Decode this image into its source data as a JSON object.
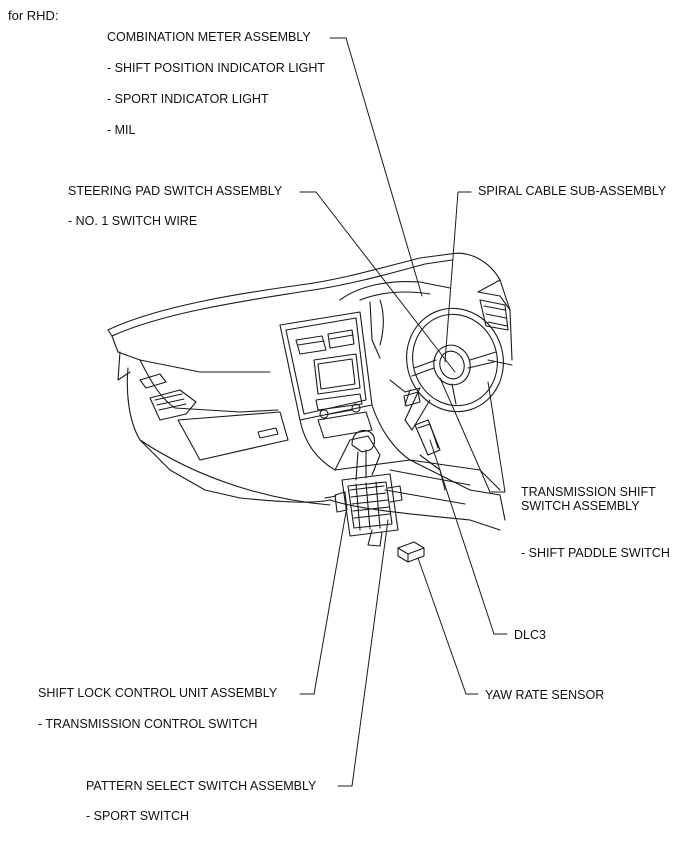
{
  "header": "for RHD:",
  "labels": {
    "combination_meter": "COMBINATION METER ASSEMBLY",
    "shift_position_light": "- SHIFT POSITION INDICATOR LIGHT",
    "sport_indicator_light": "- SPORT INDICATOR LIGHT",
    "mil": "- MIL",
    "steering_pad_switch": "STEERING PAD SWITCH ASSEMBLY",
    "no1_switch_wire": "- NO. 1 SWITCH WIRE",
    "spiral_cable": "SPIRAL CABLE SUB-ASSEMBLY",
    "transmission_shift_switch_line1": "TRANSMISSION SHIFT",
    "transmission_shift_switch_line2": "SWITCH ASSEMBLY",
    "shift_paddle_switch": "- SHIFT PADDLE SWITCH",
    "dlc3": "DLC3",
    "yaw_rate_sensor": "YAW RATE SENSOR",
    "shift_lock_control_unit": "SHIFT LOCK CONTROL UNIT ASSEMBLY",
    "transmission_control_switch": "- TRANSMISSION CONTROL SWITCH",
    "pattern_select_switch": "PATTERN SELECT SWITCH ASSEMBLY",
    "sport_switch": "- SPORT SWITCH"
  }
}
